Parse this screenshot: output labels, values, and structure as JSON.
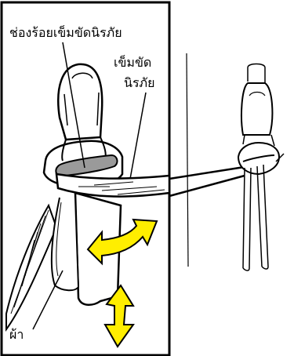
{
  "labels": {
    "belt_guide": "ช่องร้อยเข็มขัดนิรภัย",
    "seat_belt_line1": "เข็มขัด",
    "seat_belt_line2": "นิรภัย",
    "cloth": "ผ้า"
  },
  "colors": {
    "arrow_fill": "#ffee00",
    "outline": "#000000",
    "background": "#ffffff",
    "shading": "#9a9a9a"
  },
  "icons": [
    "double-arrow-horizontal-icon",
    "double-arrow-vertical-icon"
  ]
}
